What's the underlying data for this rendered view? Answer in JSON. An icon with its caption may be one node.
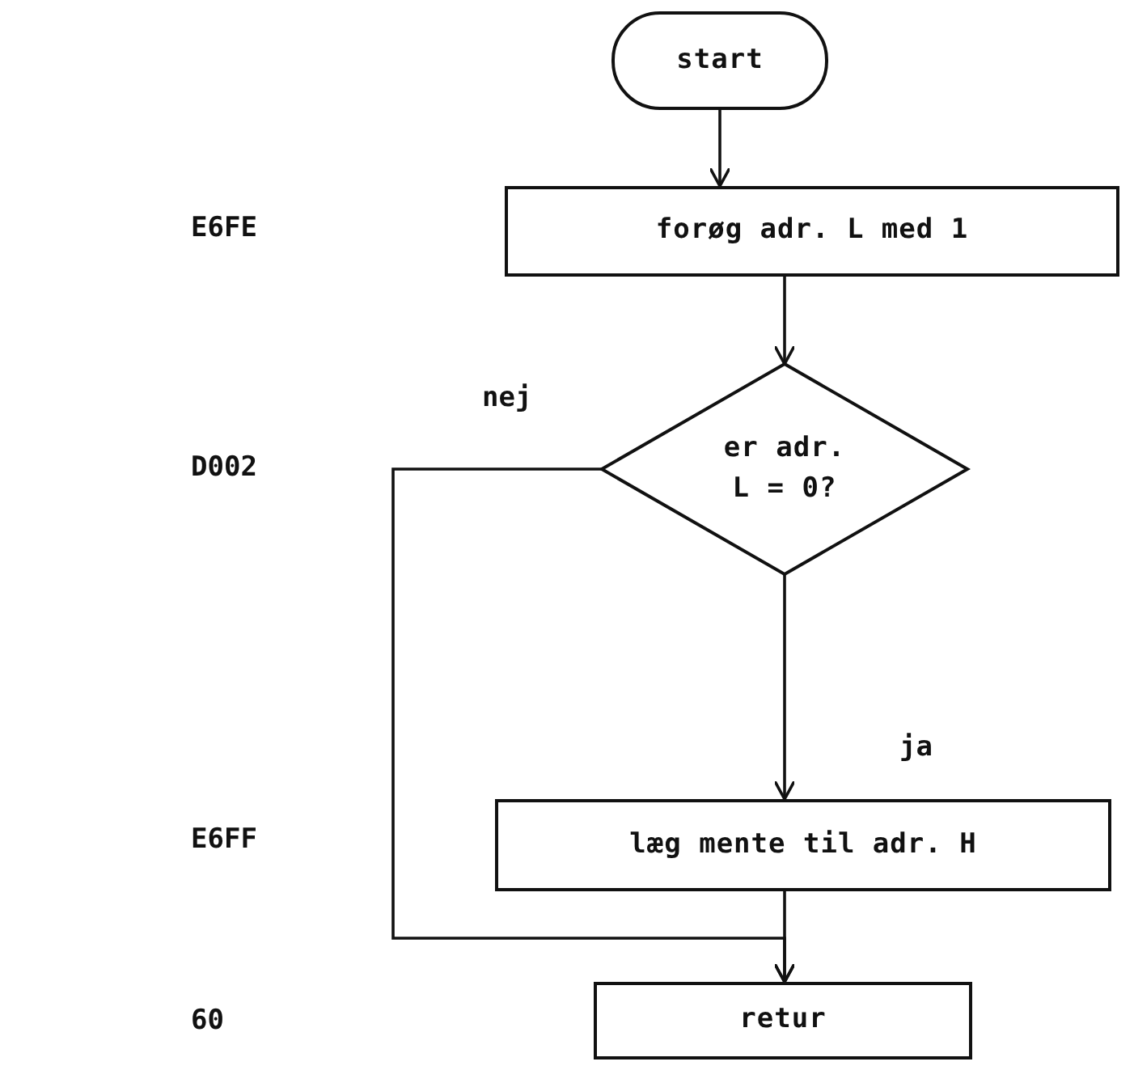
{
  "diagram": {
    "nodes": [
      {
        "text": [
          "start"
        ]
      },
      {
        "text": [
          "forøg adr. L med 1"
        ]
      },
      {
        "text": [
          "er adr. L = 0?"
        ]
      },
      {
        "text": [
          "læg mente til adr. H"
        ]
      },
      {
        "text": [
          "retur"
        ]
      }
    ],
    "edges": [
      {
        "from": 0,
        "to": 1,
        "arrow": "to"
      },
      {
        "from": 1,
        "to": 2,
        "arrow": "to"
      },
      {
        "from": 2,
        "to": 3,
        "arrow": "to",
        "label": "ja"
      },
      {
        "from": 2,
        "to": 4,
        "arrow": "to",
        "label": "nej"
      },
      {
        "from": 3,
        "to": 4,
        "arrow": "to"
      }
    ],
    "labels": [
      "E6FE",
      "D002",
      "E6FF",
      "60"
    ]
  }
}
